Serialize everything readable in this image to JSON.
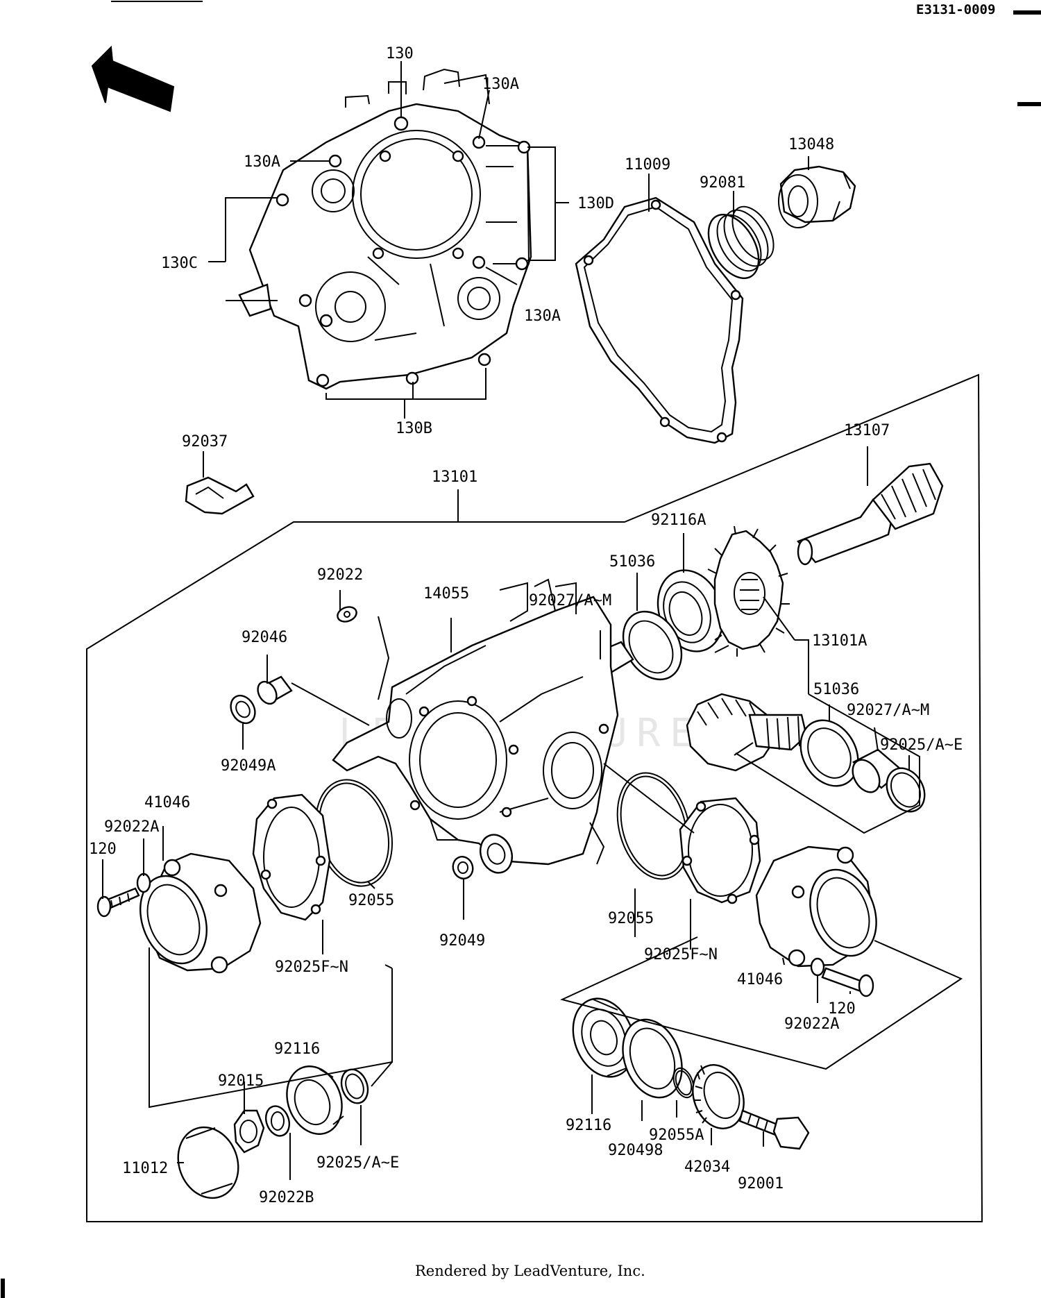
{
  "header": {
    "diagram_code": "E3131-0009"
  },
  "front_arrow": {
    "text": "FRONT"
  },
  "watermark": {
    "text": "LEADVENTURE"
  },
  "footer": {
    "rendered_by": "Rendered by LeadVenture, Inc."
  },
  "callouts": {
    "p130": "130",
    "p130A_top": "130A",
    "p130A_left": "130A",
    "p130A_right": "130A",
    "p130B": "130B",
    "p130C": "130C",
    "p130D": "130D",
    "p11009": "11009",
    "p13048": "13048",
    "p92081": "92081",
    "p92037": "92037",
    "p13101": "13101",
    "p13107": "13107",
    "p92116A": "92116A",
    "p51036_top": "51036",
    "p92027_top": "92027/A~M",
    "p14055": "14055",
    "p92022": "92022",
    "p92046": "92046",
    "p13101A": "13101A",
    "p51036_right": "51036",
    "p92027_right": "92027/A~M",
    "p92025AE_right": "92025/A~E",
    "p92049A": "92049A",
    "p41046_left": "41046",
    "p92022A_left": "92022A",
    "p120_left": "120",
    "p92055_left": "92055",
    "p92049": "92049",
    "p92055_right": "92055",
    "p92025FN_left": "92025F~N",
    "p92025FN_right": "92025F~N",
    "p41046_right": "41046",
    "p120_right": "120",
    "p92022A_right": "92022A",
    "p92116_left": "92116",
    "p92015": "92015",
    "p11012": "11012",
    "p92022B": "92022B",
    "p92025AE_bottom": "92025/A~E",
    "p92116_right": "92116",
    "p92049B": "920498",
    "p92055A": "92055A",
    "p42034": "42034",
    "p92001": "92001"
  }
}
